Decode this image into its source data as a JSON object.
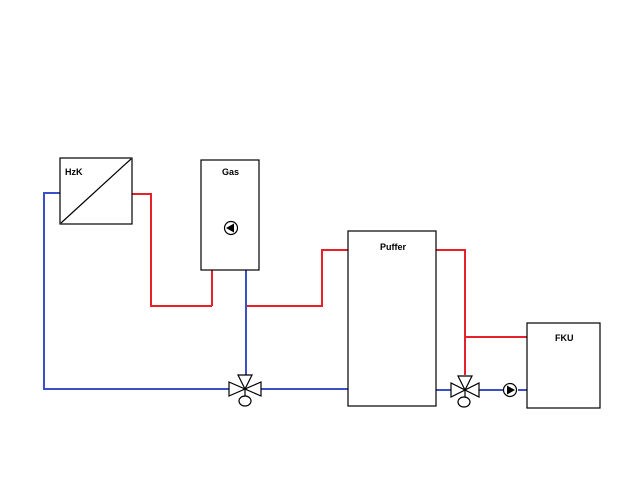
{
  "components": {
    "hzk": {
      "label": "HzK"
    },
    "gas": {
      "label": "Gas"
    },
    "puffer": {
      "label": "Puffer"
    },
    "fku": {
      "label": "FKU"
    }
  },
  "colors": {
    "supply": "#e8202a",
    "return": "#3a4fc8",
    "outline": "#000000",
    "background": "#ffffff"
  },
  "icons": [
    "pump-icon",
    "three-way-valve-icon"
  ]
}
